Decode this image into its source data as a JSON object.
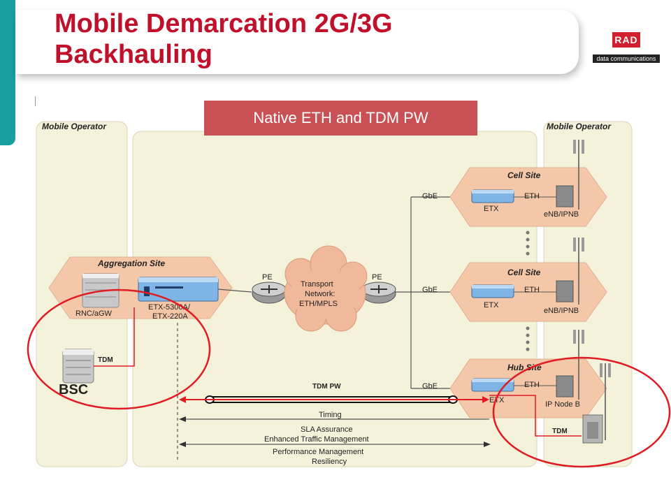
{
  "slide": {
    "title_line1": "Mobile Demarcation 2G/3G",
    "title_line2": "Backhauling",
    "banner": "Native ETH and TDM PW"
  },
  "logo": {
    "mark": "RAD",
    "tagline": "data communications"
  },
  "colors": {
    "accent": "#1a9ea0",
    "title": "#c0102a",
    "banner": "#c95155",
    "zone": "#f5f2dc",
    "hexagon": "#f4c7a8",
    "highlight": "#e01b24"
  },
  "diagram": {
    "zone_left": "Mobile Operator",
    "zone_right": "Mobile Operator",
    "aggregation_site": "Aggregation Site",
    "rnc": "RNC/aGW",
    "etx_central_1": "ETX-5300A/",
    "etx_central_2": "ETX-220A",
    "pe_left": "PE",
    "pe_right": "PE",
    "transport_1": "Transport",
    "transport_2": "Network:",
    "transport_3": "ETH/MPLS",
    "cell_site_top": "Cell Site",
    "cell_site_mid": "Cell Site",
    "hub_site": "Hub Site",
    "gbe_top": "GbE",
    "gbe_mid": "GbE",
    "gbe_bottom": "GbE",
    "etx_top": "ETX",
    "etx_mid": "ETX",
    "etx_bottom": "ETX",
    "eth_top": "ETH",
    "eth_mid": "ETH",
    "eth_bottom": "ETH",
    "enb_top": "eNB/IPNB",
    "enb_mid": "eNB/IPNB",
    "ip_node_b": "IP Node B",
    "tdm_left": "TDM",
    "tdm_right": "TDM",
    "tdm_pw": "TDM PW",
    "bsc": "BSC",
    "timing": "Timing",
    "sla_1": "SLA Assurance",
    "sla_2": "Enhanced Traffic Management",
    "perf_1": "Performance Management",
    "perf_2": "Resiliency"
  }
}
